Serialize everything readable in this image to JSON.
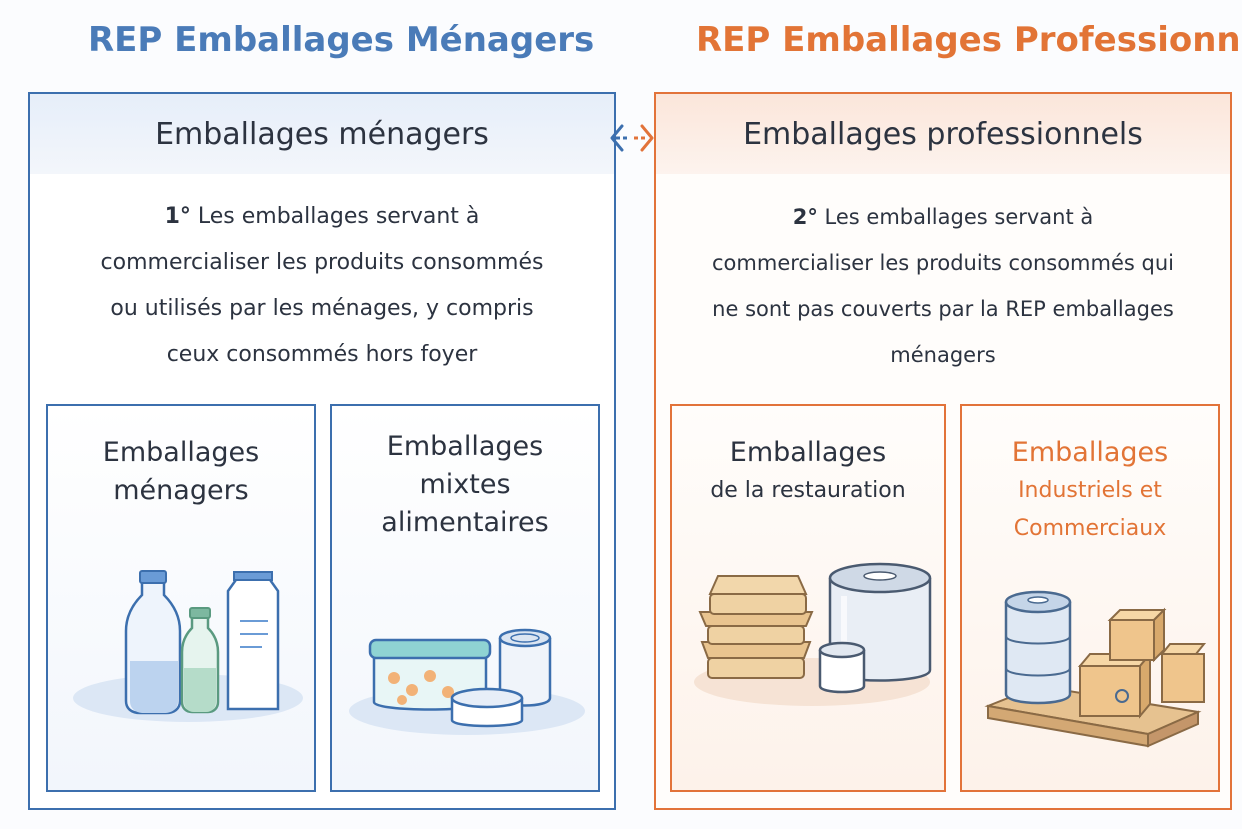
{
  "headers": {
    "left": "REP Emballages Ménagers",
    "right": "REP Emballages Professionnels"
  },
  "left_panel": {
    "heading": "Emballages ménagers",
    "description": {
      "number": "1°",
      "line1": "Les emballages servant à",
      "line2": "commercialiser les produits consommés",
      "line3": "ou utilisés par les ménages, y compris",
      "line4": "ceux consommés hors foyer"
    },
    "boxes": [
      {
        "title_line1": "Emballages",
        "title_line2": "ménagers",
        "icon": "bottles-carton-icon"
      },
      {
        "title_line1": "Emballages",
        "title_line2": "mixtes",
        "title_line3": "alimentaires",
        "icon": "food-containers-icon"
      }
    ]
  },
  "right_panel": {
    "heading": "Emballages professionnels",
    "description": {
      "number": "2°",
      "line1": "Les emballages servant à",
      "line2": "commercialiser les produits consommés qui",
      "line3": "ne sont pas couverts par la REP emballages",
      "line4": "ménagers"
    },
    "boxes": [
      {
        "title_line1": "Emballages",
        "title_line2": "de la restauration",
        "icon": "restaurant-packaging-icon"
      },
      {
        "title_line1": "Emballages",
        "title_line2": "Industriels et",
        "title_line3": "Commerciaux",
        "icon": "pallet-drum-boxes-icon"
      }
    ]
  },
  "connector_icon": "bidirectional-arrow-icon",
  "colors": {
    "blue": "#3c6fae",
    "orange": "#e2733a",
    "text": "#2c3340"
  }
}
